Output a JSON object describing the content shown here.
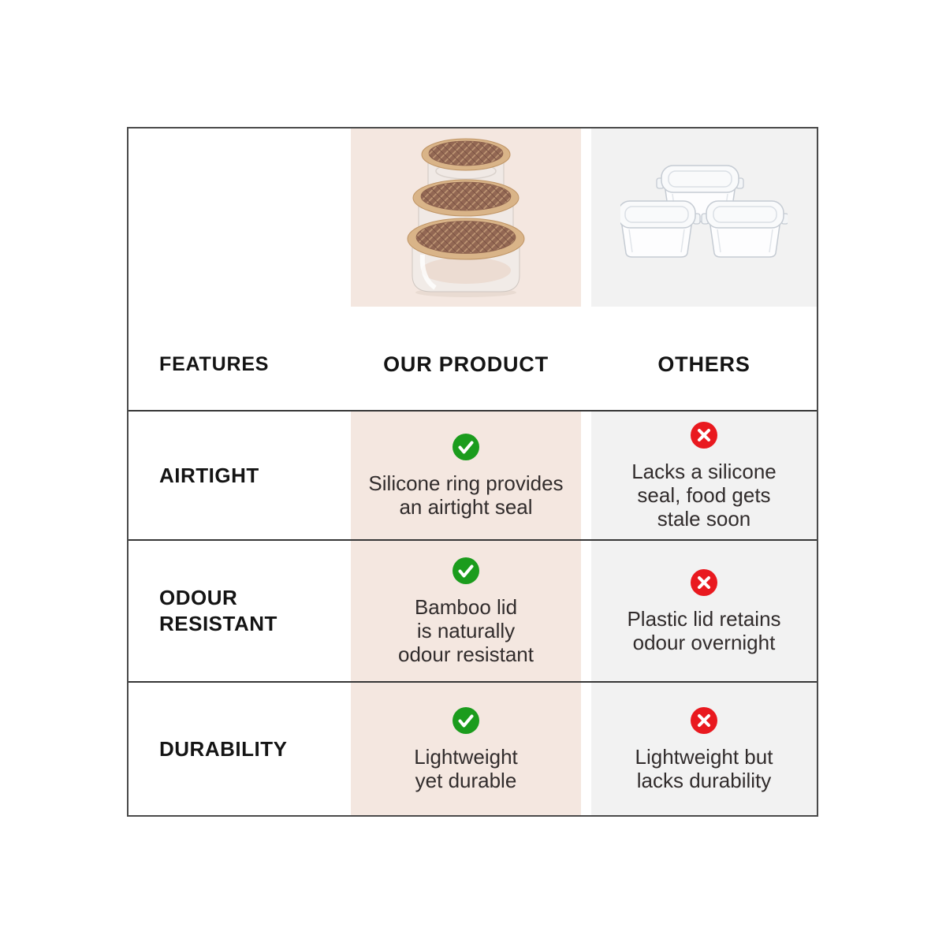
{
  "header": {
    "features": "FEATURES",
    "our_product": "OUR PRODUCT",
    "others": "OTHERS"
  },
  "rows": [
    {
      "feature": "AIRTIGHT",
      "our": {
        "status": "pass",
        "text": "Silicone ring provides\nan airtight seal"
      },
      "others": {
        "status": "fail",
        "text": "Lacks a silicone\nseal, food gets\nstale soon"
      }
    },
    {
      "feature": "ODOUR\nRESISTANT",
      "our": {
        "status": "pass",
        "text": "Bamboo lid\nis naturally\nodour resistant"
      },
      "others": {
        "status": "fail",
        "text": "Plastic lid retains\nodour overnight"
      }
    },
    {
      "feature": "DURABILITY",
      "our": {
        "status": "pass",
        "text": "Lightweight\nyet durable"
      },
      "others": {
        "status": "fail",
        "text": "Lightweight but\nlacks durability"
      }
    }
  ],
  "images": {
    "our_product": "stacked round glass containers with engraved bamboo lids",
    "others": "three square glass containers with plastic lids"
  },
  "colors": {
    "our_column_bg": "#f4e7e0",
    "others_column_bg": "#f2f2f2",
    "pass_green": "#1b9c1d",
    "fail_red": "#e9191f",
    "border_dark": "#363636",
    "bamboo": "#d9b488",
    "lid_pattern": "#926753"
  }
}
